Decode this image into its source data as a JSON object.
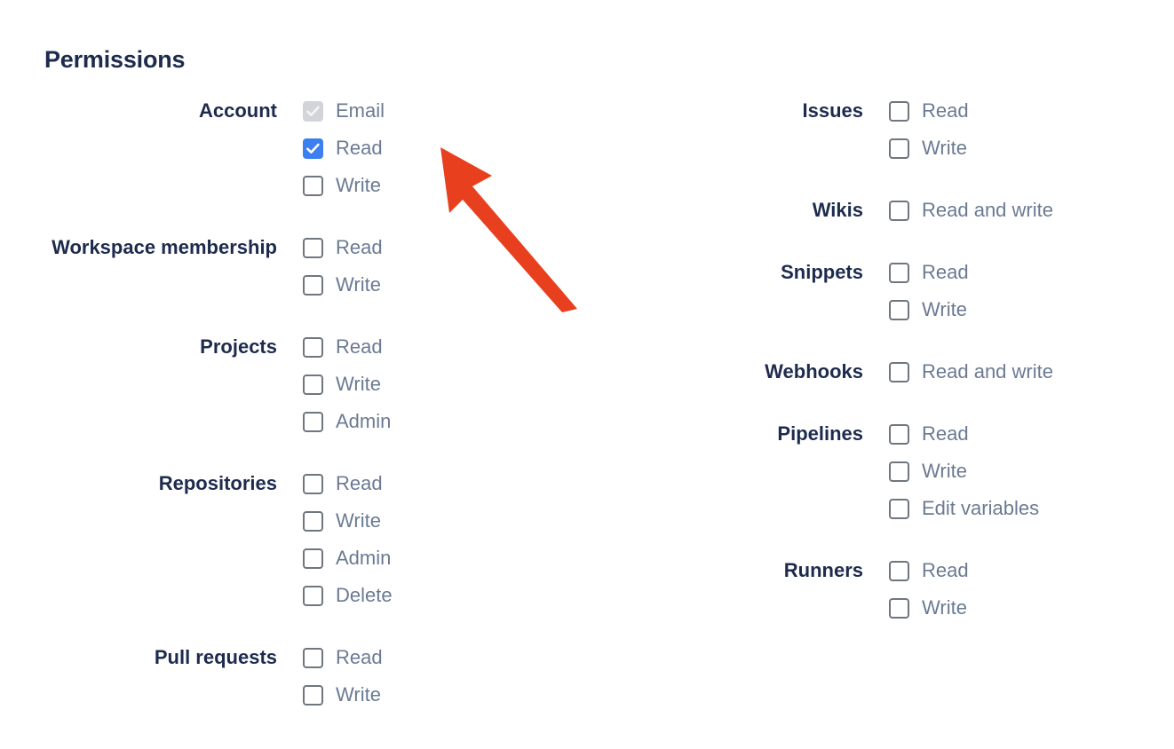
{
  "page": {
    "title": "Permissions",
    "title_color": "#1d2b4d",
    "label_color": "#6b7a92",
    "checked_color": "#3b7ff0",
    "disabled_color": "#d2d4d9",
    "background": "#ffffff"
  },
  "annotation": {
    "arrow_icon": "red-arrow-pointer-icon",
    "color": "#e8401f",
    "points_at": "Account Read checkbox"
  },
  "columns": {
    "left": [
      {
        "label": "Account",
        "options": [
          {
            "label": "Email",
            "checked": true,
            "disabled": true
          },
          {
            "label": "Read",
            "checked": true,
            "disabled": false
          },
          {
            "label": "Write",
            "checked": false,
            "disabled": false
          }
        ]
      },
      {
        "label": "Workspace membership",
        "options": [
          {
            "label": "Read",
            "checked": false,
            "disabled": false
          },
          {
            "label": "Write",
            "checked": false,
            "disabled": false
          }
        ]
      },
      {
        "label": "Projects",
        "options": [
          {
            "label": "Read",
            "checked": false,
            "disabled": false
          },
          {
            "label": "Write",
            "checked": false,
            "disabled": false
          },
          {
            "label": "Admin",
            "checked": false,
            "disabled": false
          }
        ]
      },
      {
        "label": "Repositories",
        "options": [
          {
            "label": "Read",
            "checked": false,
            "disabled": false
          },
          {
            "label": "Write",
            "checked": false,
            "disabled": false
          },
          {
            "label": "Admin",
            "checked": false,
            "disabled": false
          },
          {
            "label": "Delete",
            "checked": false,
            "disabled": false
          }
        ]
      },
      {
        "label": "Pull requests",
        "options": [
          {
            "label": "Read",
            "checked": false,
            "disabled": false
          },
          {
            "label": "Write",
            "checked": false,
            "disabled": false
          }
        ]
      }
    ],
    "right": [
      {
        "label": "Issues",
        "options": [
          {
            "label": "Read",
            "checked": false,
            "disabled": false
          },
          {
            "label": "Write",
            "checked": false,
            "disabled": false
          }
        ]
      },
      {
        "label": "Wikis",
        "options": [
          {
            "label": "Read and write",
            "checked": false,
            "disabled": false
          }
        ]
      },
      {
        "label": "Snippets",
        "options": [
          {
            "label": "Read",
            "checked": false,
            "disabled": false
          },
          {
            "label": "Write",
            "checked": false,
            "disabled": false
          }
        ]
      },
      {
        "label": "Webhooks",
        "options": [
          {
            "label": "Read and write",
            "checked": false,
            "disabled": false
          }
        ]
      },
      {
        "label": "Pipelines",
        "options": [
          {
            "label": "Read",
            "checked": false,
            "disabled": false
          },
          {
            "label": "Write",
            "checked": false,
            "disabled": false
          },
          {
            "label": "Edit variables",
            "checked": false,
            "disabled": false
          }
        ]
      },
      {
        "label": "Runners",
        "options": [
          {
            "label": "Read",
            "checked": false,
            "disabled": false
          },
          {
            "label": "Write",
            "checked": false,
            "disabled": false
          }
        ]
      }
    ]
  }
}
